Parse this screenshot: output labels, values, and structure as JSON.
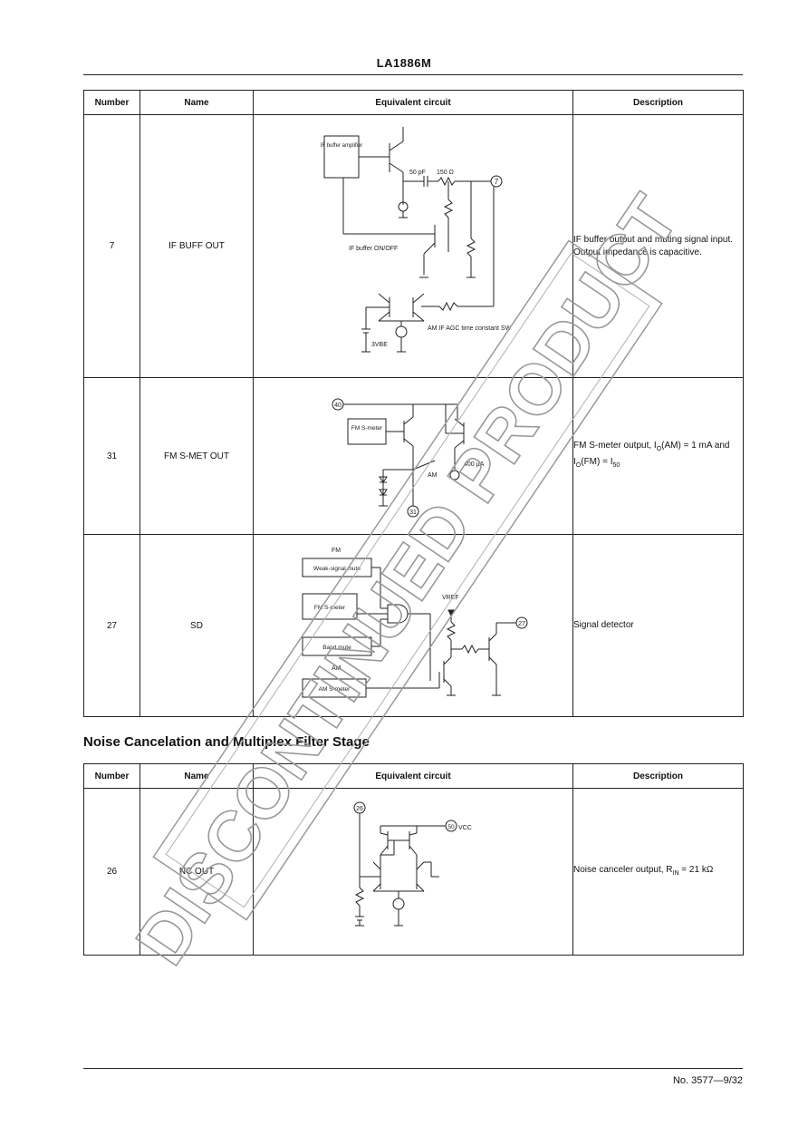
{
  "doc": {
    "title": "LA1886M",
    "page_number": "No. 3577—9/32"
  },
  "table1": {
    "headers": {
      "number": "Number",
      "name": "Name",
      "circuit": "Equivalent circuit",
      "description": "Description"
    },
    "rows": [
      {
        "number": "7",
        "name": "IF BUFF OUT",
        "description": "IF buffer output and muting signal input. Output impedance is capacitive.",
        "labels": {
          "block": "IF buffer amplifier",
          "cap": "50 pF",
          "res": "150 Ω",
          "pin": "7",
          "sw": "IF buffer ON/OFF",
          "vbe": "3VBE",
          "agc": "AM IF AGC time constant SW"
        }
      },
      {
        "number": "31",
        "name": "FM S-MET OUT",
        "description_pre": "FM S-meter output, I",
        "description_mid": "(AM) = 1 mA and I",
        "description_post": "(FM) = I",
        "sub_o": "O",
        "sub_50": "50",
        "labels": {
          "pin_top": "40",
          "block": "FM S-meter",
          "current": "400 µA",
          "am": "AM",
          "pin": "31"
        }
      },
      {
        "number": "27",
        "name": "SD",
        "description": "Signal detector",
        "labels": {
          "fm": "FM",
          "weak": "Weak-signal mute",
          "fms": "FM S-meter",
          "band": "Band mute",
          "am": "AM",
          "ams": "AM S-meter",
          "vref": "VREF",
          "pin": "27"
        }
      }
    ]
  },
  "section2": {
    "heading": "Noise Cancelation and Multiplex Filter Stage"
  },
  "table2": {
    "headers": {
      "number": "Number",
      "name": "Name",
      "circuit": "Equivalent circuit",
      "description": "Description"
    },
    "rows": [
      {
        "number": "26",
        "name": "NC OUT",
        "description_pre": "Noise canceler output, R",
        "sub_in": "IN",
        "description_post": " = 21 kΩ",
        "labels": {
          "pin": "26",
          "pin_vcc": "50",
          "vcc": "VCC"
        }
      }
    ]
  },
  "watermark": {
    "text": "DISCONTINUED PRODUCT"
  }
}
